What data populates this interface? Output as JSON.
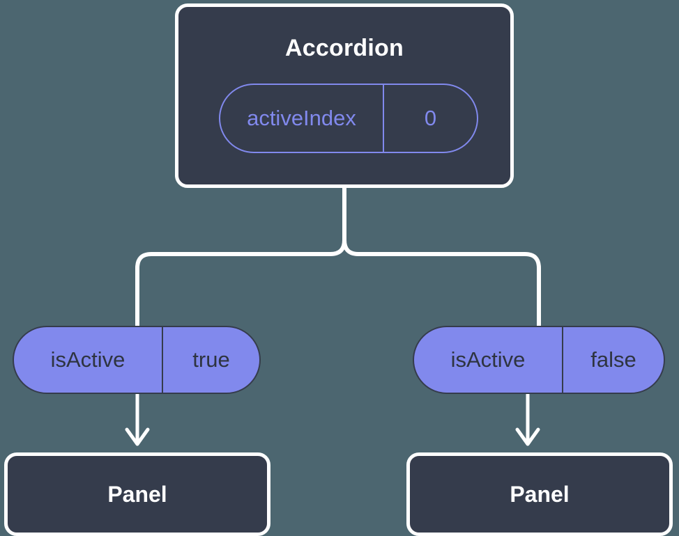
{
  "diagram": {
    "type": "component-state-tree",
    "background_color": "#4c6670",
    "node_fill_color": "#353c4c",
    "node_border_color": "#ffffff",
    "accent_color": "#8189ed",
    "connector_color": "#ffffff",
    "root": {
      "title": "Accordion",
      "prop": {
        "key": "activeIndex",
        "value": "0"
      }
    },
    "children": [
      {
        "prop": {
          "key": "isActive",
          "value": "true"
        },
        "panel_title": "Panel"
      },
      {
        "prop": {
          "key": "isActive",
          "value": "false"
        },
        "panel_title": "Panel"
      }
    ],
    "connectors": {
      "trunk_label": "branch-from-accordion",
      "arrow_left_label": "arrow-to-left-panel",
      "arrow_right_label": "arrow-to-right-panel"
    }
  }
}
